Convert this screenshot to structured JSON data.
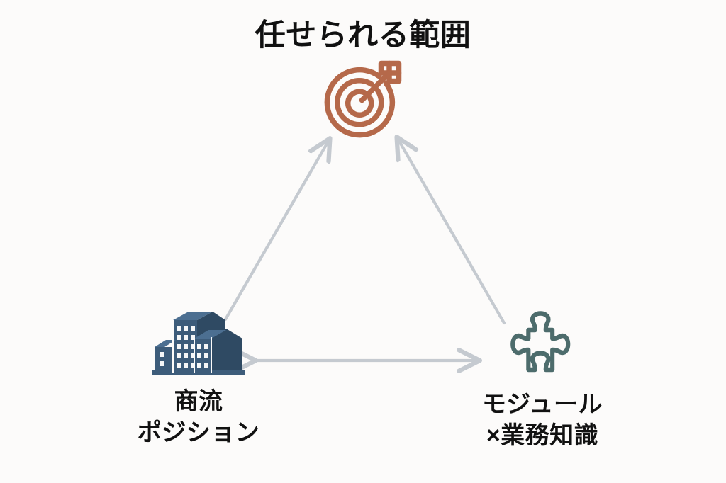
{
  "diagram": {
    "background_color": "#fcfbfa",
    "title": "任せられる範囲",
    "title_color": "#111111",
    "arrow_color": "#c5cad0",
    "nodes": [
      {
        "id": "target",
        "icon": "target-dartboard-icon",
        "icon_color": "#b5694a",
        "label": "",
        "label_line1": "",
        "label_line2": ""
      },
      {
        "id": "commerce",
        "icon": "office-buildings-icon",
        "icon_color": "#3d5c7a",
        "label_line1": "商流",
        "label_line2": "ポジション"
      },
      {
        "id": "module",
        "icon": "puzzle-piece-icon",
        "icon_color": "#4d6c6c",
        "label_line1": "モジュール",
        "label_line2": "×業務知識"
      }
    ],
    "connections": [
      {
        "id": "commerce-to-target",
        "from": "commerce",
        "to": "target",
        "direction": "one-way",
        "color": "#c5cad0"
      },
      {
        "id": "module-to-target",
        "from": "module",
        "to": "target",
        "direction": "one-way",
        "color": "#c5cad0"
      },
      {
        "id": "commerce-module",
        "from": "commerce",
        "to": "module",
        "direction": "two-way",
        "color": "#c5cad0"
      }
    ]
  }
}
